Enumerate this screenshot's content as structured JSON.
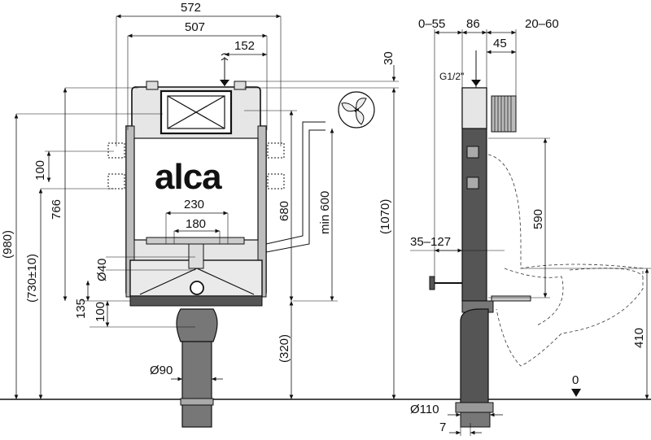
{
  "brand": "alca",
  "front_view": {
    "dims": {
      "total_width": "572",
      "frame_width": "507",
      "offset_152": "152",
      "top_30": "30",
      "height_766": "766",
      "spacing_100": "100",
      "height_680": "680",
      "min_600": "min 600",
      "h_1070": "(1070)",
      "h_980": "(980)",
      "h_730": "(730±10)",
      "w_230": "230",
      "w_180": "180",
      "d_40": "Ø40",
      "h_135": "135",
      "h_100b": "100",
      "h_320": "(320)",
      "d_90": "Ø90"
    }
  },
  "side_view": {
    "dims": {
      "range_0_55": "0–55",
      "depth_86": "86",
      "range_20_60": "20–60",
      "d_45": "45",
      "thread": "G1/2\"",
      "h_590": "590",
      "range_35_127": "35–127",
      "h_410": "410",
      "zero": "0",
      "d_110": "Ø110",
      "d_7": "7"
    }
  }
}
